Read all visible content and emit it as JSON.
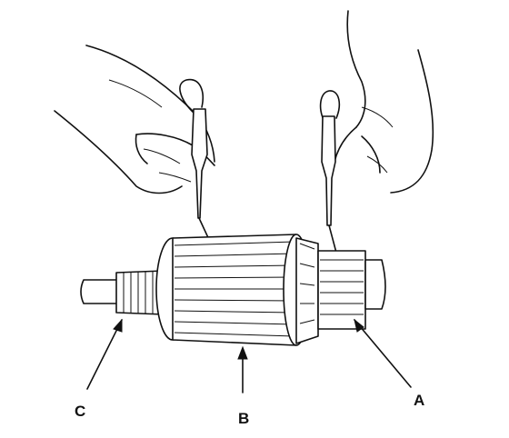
{
  "labels": {
    "a": "A",
    "b": "B",
    "c": "C"
  },
  "colors": {
    "ink": "#111111",
    "paper": "#ffffff"
  }
}
